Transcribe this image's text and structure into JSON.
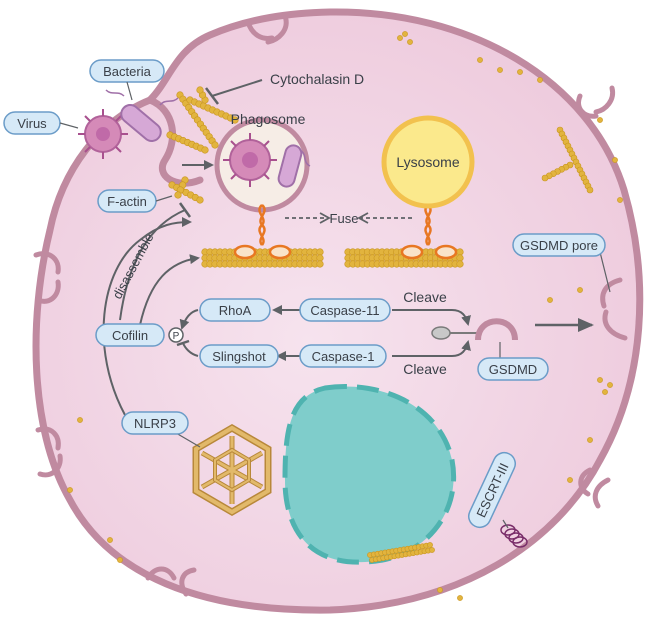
{
  "labels": {
    "bacteria": "Bacteria",
    "virus": "Virus",
    "cytochalasin": "Cytochalasin D",
    "phagosome": "Phagosome",
    "lysosome": "Lysosome",
    "fuse": "Fuse",
    "factin": "F-actin",
    "disassemble": "disassemble",
    "gsdmd_pore": "GSDMD pore",
    "rhoa": "RhoA",
    "caspase11": "Caspase-11",
    "cleave_top": "Cleave",
    "cofilin": "Cofilin",
    "phospho": "P",
    "slingshot": "Slingshot",
    "caspase1": "Caspase-1",
    "cleave_bottom": "Cleave",
    "gsdmd": "GSDMD",
    "nlrp3": "NLRP3",
    "escrt": "ESCRT-III"
  },
  "colors": {
    "cell_fill": "#f4dcea",
    "membrane": "#c08aa0",
    "label_fill": "#d6e9f7",
    "label_stroke": "#6b9cc8",
    "actin": "#e2b43e",
    "lysosome": "#f8d97a",
    "nucleus": "#7fcdcb",
    "arrow": "#5e6266"
  }
}
